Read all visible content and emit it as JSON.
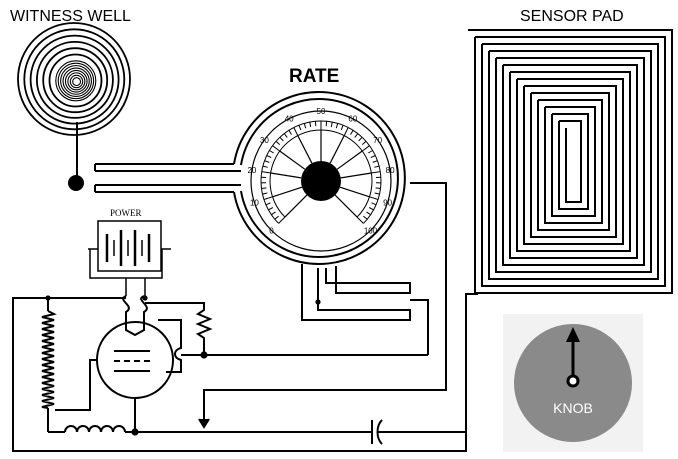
{
  "labels": {
    "witness_well": "WITNESS WELL",
    "sensor_pad": "SENSOR PAD",
    "rate": "RATE",
    "power": "POWER",
    "knob": "KNOB"
  },
  "dial": {
    "scale": [
      "0",
      "10",
      "20",
      "30",
      "40",
      "50",
      "60",
      "70",
      "80",
      "90",
      "100"
    ]
  },
  "colors": {
    "line": "#000000",
    "background": "#ffffff",
    "knob_body": "#8a8a8a",
    "knob_panel": "#f2f2f2",
    "knob_text": "#ffffff"
  }
}
